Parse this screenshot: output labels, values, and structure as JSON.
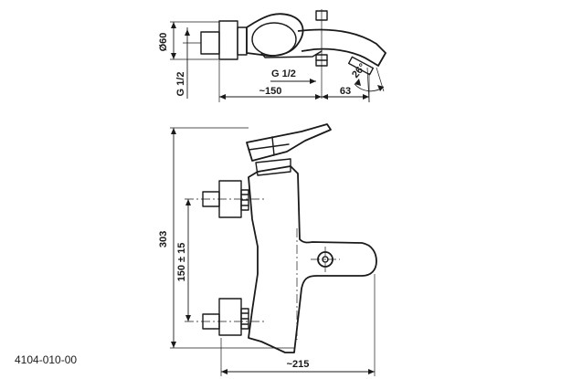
{
  "product_code": "4104-010-00",
  "top_view": {
    "dim_diameter": "Ø60",
    "dim_thread_left": "G 1/2",
    "dim_thread_center": "G 1/2",
    "dim_width": "~150",
    "dim_outlet": "63",
    "dim_angle": "26°"
  },
  "front_view": {
    "dim_height": "303",
    "dim_spacing": "150 ± 15",
    "dim_total_width": "~215"
  }
}
